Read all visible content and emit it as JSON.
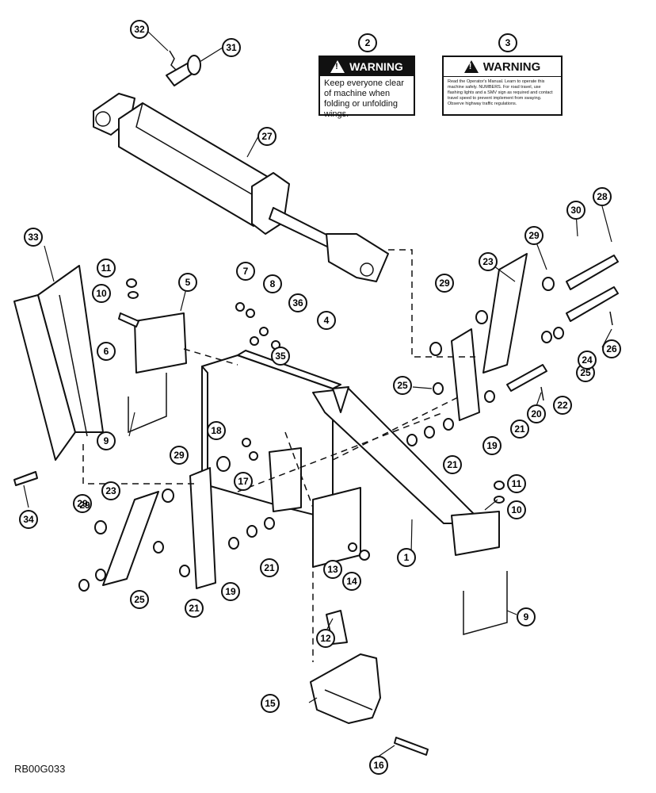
{
  "diagram_code": "RB00G033",
  "warning_decals": [
    {
      "callout": "2",
      "heading": "WARNING",
      "text": "Keep everyone clear of machine when folding or unfolding wings."
    },
    {
      "callout": "3",
      "heading": "WARNING",
      "text": "Read the Operator's Manual. Learn to operate this machine safely. NUMBERS. For road travel, use flashing lights and a SMV sign as required and contact travel speed to prevent implement from swaying. Observe highway traffic regulations."
    }
  ],
  "callouts": [
    "32",
    "31",
    "2",
    "3",
    "27",
    "28",
    "30",
    "29",
    "33",
    "11",
    "10",
    "5",
    "7",
    "8",
    "36",
    "4",
    "23",
    "29",
    "6",
    "35",
    "29",
    "25",
    "24",
    "26",
    "25",
    "22",
    "20",
    "9",
    "18",
    "29",
    "17",
    "21",
    "19",
    "21",
    "29",
    "23",
    "11",
    "10",
    "1",
    "21",
    "13",
    "14",
    "25",
    "19",
    "21",
    "9",
    "12",
    "15",
    "16",
    "34"
  ]
}
